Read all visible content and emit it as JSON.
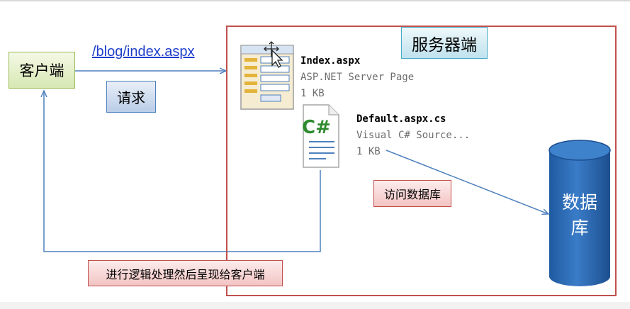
{
  "diagram": {
    "client_label": "客户端",
    "url": "/blog/index.aspx",
    "request_label": "请求",
    "server_label": "服务器端",
    "files": [
      {
        "name": "Index.aspx",
        "type": "ASP.NET Server Page",
        "size": "1 KB",
        "icon": "aspx-page-icon"
      },
      {
        "name": "Default.aspx.cs",
        "type": "Visual C# Source...",
        "size": "1 KB",
        "icon": "csharp-file-icon"
      }
    ],
    "cs_icon_text": "C#",
    "db_access_label": "访问数据库",
    "database_label_line1": "数据",
    "database_label_line2": "库",
    "logic_label": "进行逻辑处理然后呈现给客户端",
    "colors": {
      "server_border": "#c0504d",
      "arrow": "#4f81bd",
      "database": "#2f6eb5",
      "client_border": "#9bbb59",
      "server_label_border": "#4bacc6"
    }
  }
}
